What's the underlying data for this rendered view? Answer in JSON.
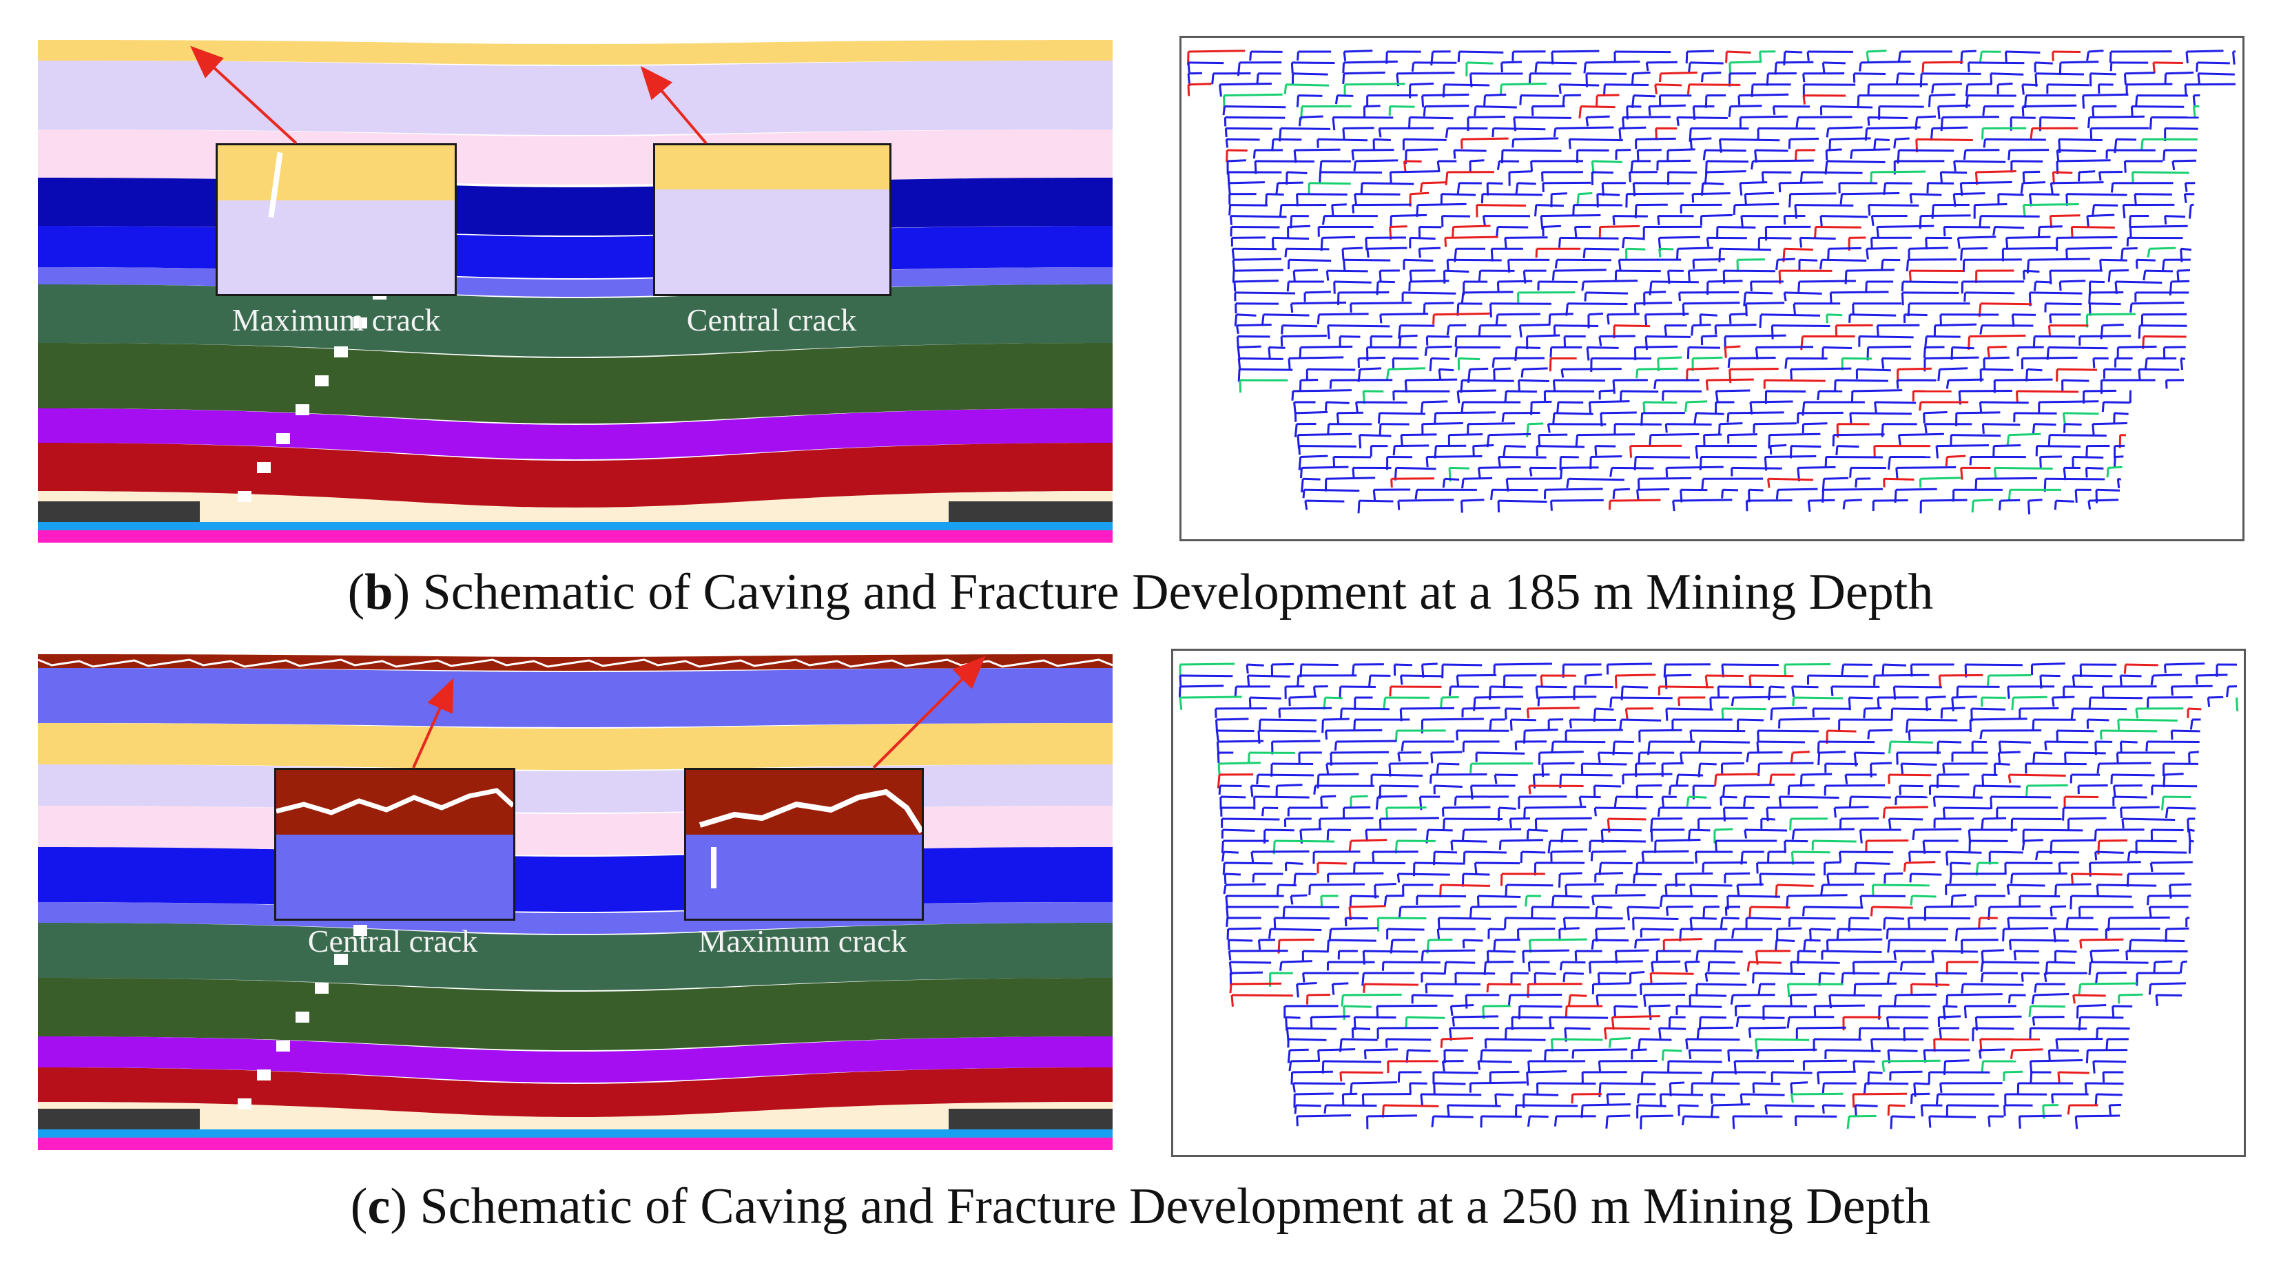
{
  "panels": [
    {
      "letter": "b",
      "caption": "Schematic of Caving and Fracture Development at a 185 m Mining Depth",
      "insets": [
        {
          "label": "Maximum crack",
          "top_layer": "yellow",
          "bottom_layer": "lavender"
        },
        {
          "label": "Central crack",
          "top_layer": "yellow",
          "bottom_layer": "lavender"
        }
      ]
    },
    {
      "letter": "c",
      "caption": "Schematic of Caving and Fracture Development at a 250 m Mining Depth",
      "insets": [
        {
          "label": "Central crack",
          "top_layer": "brown",
          "bottom_layer": "blue"
        },
        {
          "label": "Maximum crack",
          "top_layer": "brown",
          "bottom_layer": "blue"
        }
      ]
    }
  ],
  "colors": {
    "arrow": "#e8281e",
    "fracture_main": "#1e1ee6",
    "fracture_tension": "#e81e1e",
    "fracture_mid": "#18d070",
    "layer_yellow": "#fad772",
    "layer_lavender": "#ddd2f7",
    "layer_pink": "#fcdcf0",
    "layer_navy": "#0a0ab4",
    "layer_blue": "#1414ec",
    "layer_periwinkle": "#6a6af2",
    "layer_darkgreen": "#3b6b4f",
    "layer_olive": "#3a5e2a",
    "layer_purple": "#a40ef0",
    "layer_crimson": "#b8101a",
    "layer_cream": "#fdefd3",
    "layer_brown": "#9a1f08",
    "layer_magenta": "#ff1ec4",
    "layer_cyan": "#1aa0f0",
    "pillar": "#3a3a3a"
  }
}
